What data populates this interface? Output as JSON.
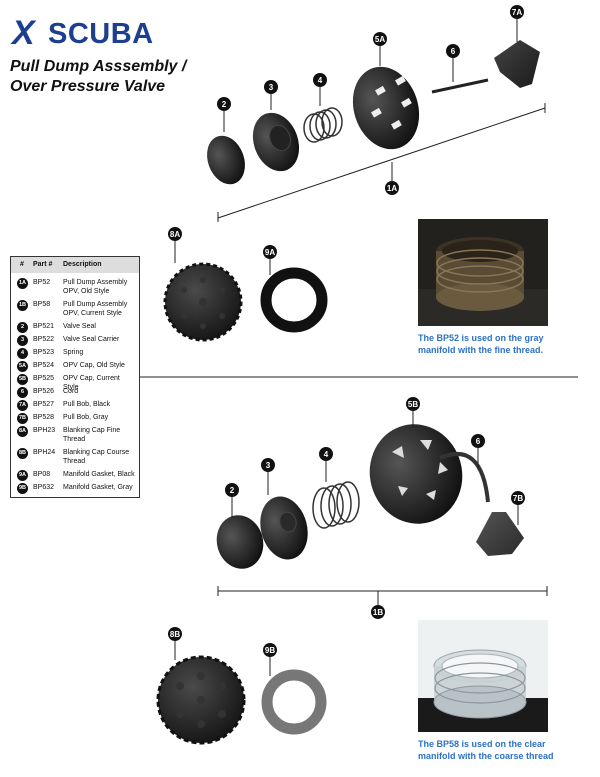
{
  "logo": {
    "mark": "X",
    "text": "SCUBA",
    "color": "#1d3f8f"
  },
  "title": {
    "line1": "Pull Dump Asssembly /",
    "line2": "Over Pressure Valve"
  },
  "callouts": {
    "c2a": "2",
    "c3a": "3",
    "c4a": "4",
    "c5a": "5A",
    "c6a": "6",
    "c7a": "7A",
    "c1a": "1A",
    "c8a": "8A",
    "c9a": "9A",
    "c2b": "2",
    "c3b": "3",
    "c4b": "4",
    "c5b": "5B",
    "c6b": "6",
    "c7b": "7B",
    "c1b": "1B",
    "c8b": "8B",
    "c9b": "9B"
  },
  "legend": {
    "headers": {
      "num": "#",
      "part": "Part #",
      "desc": "Description"
    },
    "rows": [
      {
        "num": "1A",
        "part": "BP52",
        "desc": "Pull Dump Assembly OPV, Old Style"
      },
      {
        "num": "1B",
        "part": "BP58",
        "desc": "Pull Dump Assembly OPV, Current Style"
      },
      {
        "num": "2",
        "part": "BP521",
        "desc": "Valve Seal"
      },
      {
        "num": "3",
        "part": "BP522",
        "desc": "Valve Seal Carrier"
      },
      {
        "num": "4",
        "part": "BP523",
        "desc": "Spring"
      },
      {
        "num": "5A",
        "part": "BP524",
        "desc": "OPV Cap, Old Style"
      },
      {
        "num": "5B",
        "part": "BP525",
        "desc": "OPV Cap, Current Style"
      },
      {
        "num": "6",
        "part": "BP526",
        "desc": "Cord"
      },
      {
        "num": "7A",
        "part": "BP527",
        "desc": "Pull Bob, Black"
      },
      {
        "num": "7B",
        "part": "BP528",
        "desc": "Pull Bob, Gray"
      },
      {
        "num": "8A",
        "part": "BPH23",
        "desc": "Blanking Cap Fine Thread"
      },
      {
        "num": "8B",
        "part": "BPH24",
        "desc": "Blanking Cap Course Thread"
      },
      {
        "num": "9A",
        "part": "BP08",
        "desc": "Manifold Gasket, Black"
      },
      {
        "num": "9B",
        "part": "BP632",
        "desc": "Manifold Gasket, Gray"
      }
    ]
  },
  "captions": {
    "top_line1": "The BP52 is used on the gray",
    "top_line2": "manifold with the fine thread.",
    "bottom_line1": "The BP58 is used on the clear",
    "bottom_line2": "manifold with the coarse thread"
  },
  "colors": {
    "caption": "#2d72c4",
    "parts_dark": "#1c1c1c",
    "parts_gray": "#777777"
  }
}
